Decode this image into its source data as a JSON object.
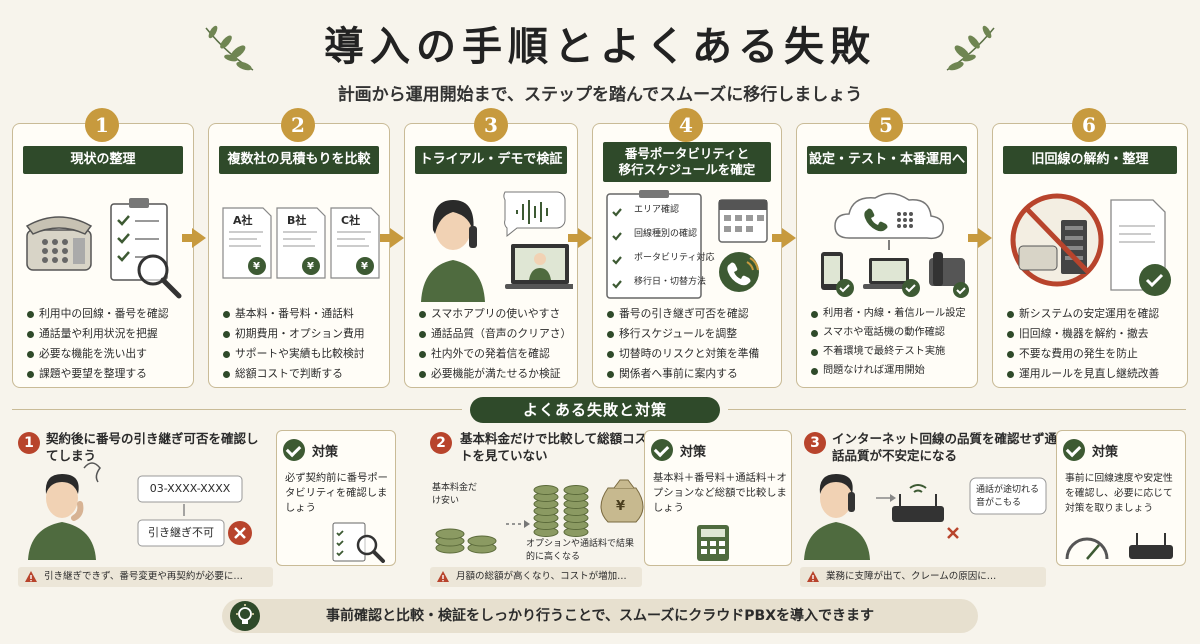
{
  "title": "導入の手順とよくある失敗",
  "subtitle": "計画から運用開始まで、ステップを踏んでスムーズに移行しましょう",
  "steps": [
    {
      "num": "1",
      "header": "現状の整理",
      "bullets": [
        "利用中の回線・番号を確認",
        "通話量や利用状況を把握",
        "必要な機能を洗い出す",
        "課題や要望を整理する"
      ]
    },
    {
      "num": "2",
      "header": "複数社の見積もりを比較",
      "bullets": [
        "基本料・番号料・通話料",
        "初期費用・オプション費用",
        "サポートや実績も比較検討",
        "総額コストで判断する"
      ],
      "companies": [
        "A社",
        "B社",
        "C社"
      ],
      "yen": "¥"
    },
    {
      "num": "3",
      "header": "トライアル・デモで検証",
      "bullets": [
        "スマホアプリの使いやすさ",
        "通話品質（音声のクリアさ）",
        "社内外での発着信を確認",
        "必要機能が満たせるか検証"
      ]
    },
    {
      "num": "4",
      "header_line1": "番号ポータビリティと",
      "header_line2": "移行スケジュールを確定",
      "bullets": [
        "番号の引き継ぎ可否を確認",
        "移行スケジュールを調整",
        "切替時のリスクと対策を準備",
        "関係者へ事前に案内する"
      ],
      "checklist": [
        "エリア確認",
        "回線種別の確認",
        "ポータビリティ対応",
        "移行日・切替方法"
      ]
    },
    {
      "num": "5",
      "header": "設定・テスト・本番運用へ",
      "bullets": [
        "利用者・内線・着信ルール設定",
        "スマホや電話機の動作確認",
        "不着環境で最終テスト実施",
        "問題なければ運用開始"
      ]
    },
    {
      "num": "6",
      "header": "旧回線の解約・整理",
      "bullets": [
        "新システムの安定運用を確認",
        "旧回線・機器を解約・撤去",
        "不要な費用の発生を防止",
        "運用ルールを見直し継続改善"
      ]
    }
  ],
  "failures_section_title": "よくある失敗と対策",
  "failures": [
    {
      "num": "1",
      "title": "契約後に番号の引き継ぎ可否を確認してしまう",
      "phone_number": "03-XXXX-XXXX",
      "status": "引き継ぎ不可",
      "warning": "引き継ぎできず、番号変更や再契約が必要に…",
      "countermeasure_label": "対策",
      "countermeasure": "必ず契約前に番号ポータビリティを確認しましょう"
    },
    {
      "num": "2",
      "title": "基本料金だけで比較して総額コストを見ていない",
      "note_left": "基本料金だけ安い",
      "note_right": "オプションや通話料で結果的に高くなる",
      "warning": "月額の総額が高くなり、コストが増加…",
      "countermeasure_label": "対策",
      "countermeasure": "基本料＋番号料＋通話料＋オプションなど総額で比較しましょう"
    },
    {
      "num": "3",
      "title": "インターネット回線の品質を確認せず通話品質が不安定になる",
      "bubble": "通話が途切れる音がこもる",
      "warning": "業務に支障が出て、クレームの原因に…",
      "countermeasure_label": "対策",
      "countermeasure": "事前に回線速度や安定性を確認し、必要に応じて対策を取りましょう"
    }
  ],
  "bottom_message": "事前確認と比較・検証をしっかり行うことで、スムーズにクラウドPBXを導入できます",
  "colors": {
    "dark_green": "#2f4a2a",
    "gold": "#c79a3e",
    "alert_red": "#b8442c",
    "cream": "#f7f4ec"
  }
}
